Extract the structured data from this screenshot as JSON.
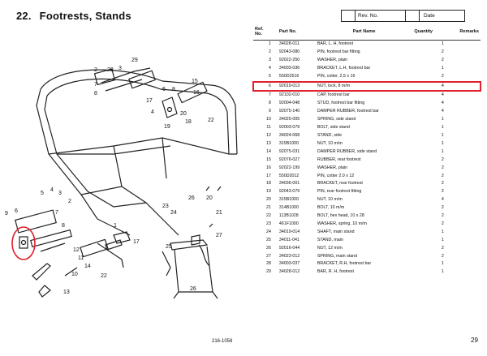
{
  "header": {
    "section_number": "22.",
    "section_title": "Footrests, Stands",
    "rev_label": "Rev. No.",
    "date_label": "Date"
  },
  "table": {
    "headers": {
      "ref": "Ref. No.",
      "part": "Part No.",
      "name": "Part Name",
      "qty": "Quantity",
      "remarks": "Remarks"
    },
    "rows": [
      {
        "ref": "1",
        "part": "34028-011",
        "name": "BAR, L. H, footrest",
        "qty": "1"
      },
      {
        "ref": "2",
        "part": "92043-080",
        "name": "PIN, footrest bar fitting",
        "qty": "2"
      },
      {
        "ref": "3",
        "part": "92022-250",
        "name": "WASHER, plain",
        "qty": "2"
      },
      {
        "ref": "4",
        "part": "34003-036",
        "name": "BRACKET, L.H, footrest bar",
        "qty": "1"
      },
      {
        "ref": "5",
        "part": "550D2516",
        "name": "PIN, cotter, 2.5 x 16",
        "qty": "2"
      },
      {
        "ref": "6",
        "part": "92019-013",
        "name": "NUT, lock, 8 m/m",
        "qty": "4"
      },
      {
        "ref": "7",
        "part": "92102-010",
        "name": "CAP, footrest bar",
        "qty": "4"
      },
      {
        "ref": "8",
        "part": "92004-048",
        "name": "STUD, footrest bar fitting",
        "qty": "4"
      },
      {
        "ref": "9",
        "part": "92075-140",
        "name": "DAMPER RUBBER, footrest bar",
        "qty": "4"
      },
      {
        "ref": "10",
        "part": "34025-005",
        "name": "SPRING, side stand",
        "qty": "1"
      },
      {
        "ref": "11",
        "part": "92003-079",
        "name": "BOLT, side stand",
        "qty": "1"
      },
      {
        "ref": "12",
        "part": "34024-068",
        "name": "STAND, side",
        "qty": "1"
      },
      {
        "ref": "13",
        "part": "315B1000",
        "name": "NUT, 10 m/m",
        "qty": "1"
      },
      {
        "ref": "14",
        "part": "92075-031",
        "name": "DAMPER RUBBER, side stand",
        "qty": "1"
      },
      {
        "ref": "15",
        "part": "92076-027",
        "name": "RUBBER, rear footrest",
        "qty": "2"
      },
      {
        "ref": "16",
        "part": "92022-199",
        "name": "WASHER, plain",
        "qty": "2"
      },
      {
        "ref": "17",
        "part": "550D2012",
        "name": "PIN, cotter 2.0 x 12",
        "qty": "2"
      },
      {
        "ref": "18",
        "part": "34036-001",
        "name": "BRACKET, rear footrest",
        "qty": "2"
      },
      {
        "ref": "19",
        "part": "92043-079",
        "name": "PIN, rear footrest fitting",
        "qty": "2"
      },
      {
        "ref": "20",
        "part": "315B1000",
        "name": "NUT, 10 m/m",
        "qty": "4"
      },
      {
        "ref": "21",
        "part": "314B1000",
        "name": "BOLT, 10 m/m",
        "qty": "2"
      },
      {
        "ref": "22",
        "part": "113B1028",
        "name": "BOLT, hex head, 10 x 28",
        "qty": "2"
      },
      {
        "ref": "23",
        "part": "461F1000",
        "name": "WASHER, spring, 10 m/m",
        "qty": "2"
      },
      {
        "ref": "24",
        "part": "34019-014",
        "name": "SHAFT, main stand",
        "qty": "1"
      },
      {
        "ref": "25",
        "part": "34011-041",
        "name": "STAND, main",
        "qty": "1"
      },
      {
        "ref": "26",
        "part": "92016-044",
        "name": "NUT, 12 m/m",
        "qty": "2"
      },
      {
        "ref": "27",
        "part": "34023-012",
        "name": "SPRING, main stand",
        "qty": "2"
      },
      {
        "ref": "28",
        "part": "34003-037",
        "name": "BRACKET, R.H, footrest bar",
        "qty": "1"
      },
      {
        "ref": "29",
        "part": "34028-012",
        "name": "BAR, R. H, footrest",
        "qty": "1"
      }
    ]
  },
  "diagram": {
    "callouts": [
      "1",
      "2",
      "3",
      "4",
      "5",
      "6",
      "7",
      "8",
      "9",
      "10",
      "11",
      "12",
      "13",
      "14",
      "15",
      "16",
      "17",
      "18",
      "19",
      "20",
      "21",
      "22",
      "23",
      "24",
      "25",
      "26",
      "27",
      "28",
      "29"
    ]
  },
  "highlight": {
    "ref": "6",
    "color": "#e0202c"
  },
  "footer": {
    "code": "216-1058",
    "page": "29"
  }
}
